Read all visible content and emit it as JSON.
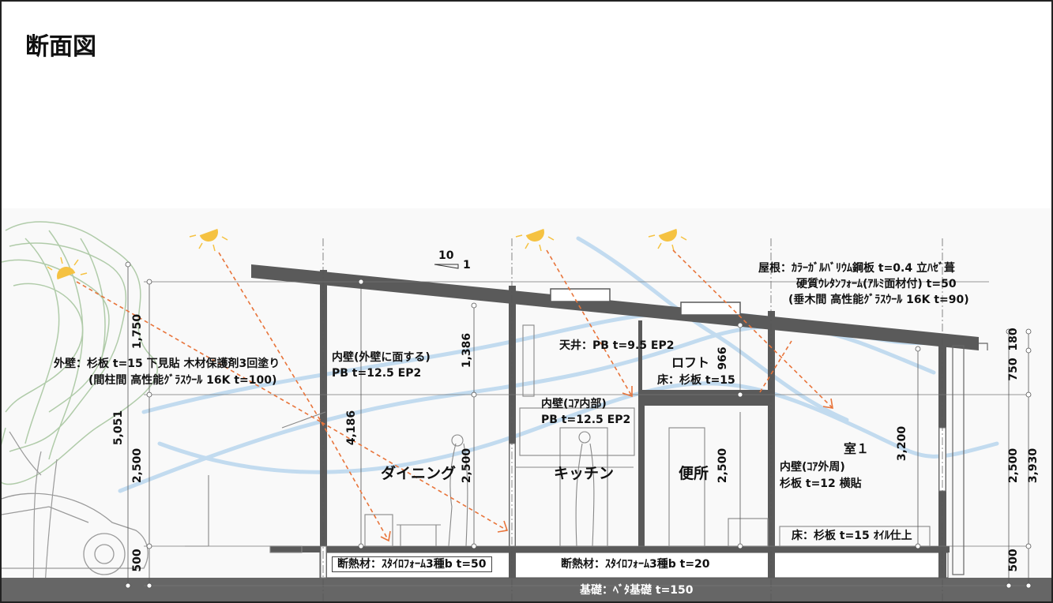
{
  "title": "断面図",
  "slope": {
    "run": "10",
    "rise": "1"
  },
  "labels": {
    "roof_1": "屋根：ｶﾗｰｶﾞﾙﾊﾞﾘｳﾑ鋼板 t=0.4 立ﾊｾﾞ葺",
    "roof_2": "硬質ｳﾚﾀﾝﾌｫｰﾑ(ｱﾙﾐ面材付) t=50",
    "roof_3": "(垂木間 高性能ｸﾞﾗｽｳｰﾙ 16K t=90)",
    "ext_wall_1": "外壁：杉板 t=15 下見貼 木材保護剤3回塗り",
    "ext_wall_2": "(間柱間 高性能ｸﾞﾗｽｳｰﾙ 16K t=100)",
    "int_wall_ext_1": "内壁(外壁に面する)",
    "int_wall_ext_2": "PB t=12.5 EP2",
    "ceiling": "天井：PB t=9.5 EP2",
    "loft": "ロフト",
    "loft_floor": "床：杉板 t=15",
    "core_int_1": "内壁(ｺｱ内部)",
    "core_int_2": "PB t=12.5 EP2",
    "dining": "ダイニング",
    "kitchen": "キッチン",
    "toilet": "便所",
    "room1": "室１",
    "core_out_1": "内壁(ｺｱ外周)",
    "core_out_2": "杉板 t=12 横貼",
    "floor": "床：杉板 t=15 ｵｲﾙ仕上",
    "insul_1": "断熱材：ｽﾀｲﾛﾌｫｰﾑ3種b t=50",
    "insul_2": "断熱材：ｽﾀｲﾛﾌｫｰﾑ3種b t=20",
    "foundation": "基礎：ﾍﾞﾀ基礎 t=150"
  },
  "dims": {
    "left_1750": "1,750",
    "left_5051": "5,051",
    "left_2500": "2,500",
    "left_500": "500",
    "d_1386": "1,386",
    "d_4186": "4,186",
    "d_2500_a": "2,500",
    "d_966": "966",
    "d_2500_b": "2,500",
    "d_3200": "3,200",
    "r_180": "180",
    "r_750": "750",
    "r_3930": "3,930",
    "r_2500": "2,500",
    "r_500": "500"
  },
  "colors": {
    "structure": "#5a5a5a",
    "sun": "#f5c242",
    "sun_ray": "#e8743a",
    "airflow": "#b9d6ee",
    "tree": "#a9c7a1",
    "line": "#555555"
  }
}
